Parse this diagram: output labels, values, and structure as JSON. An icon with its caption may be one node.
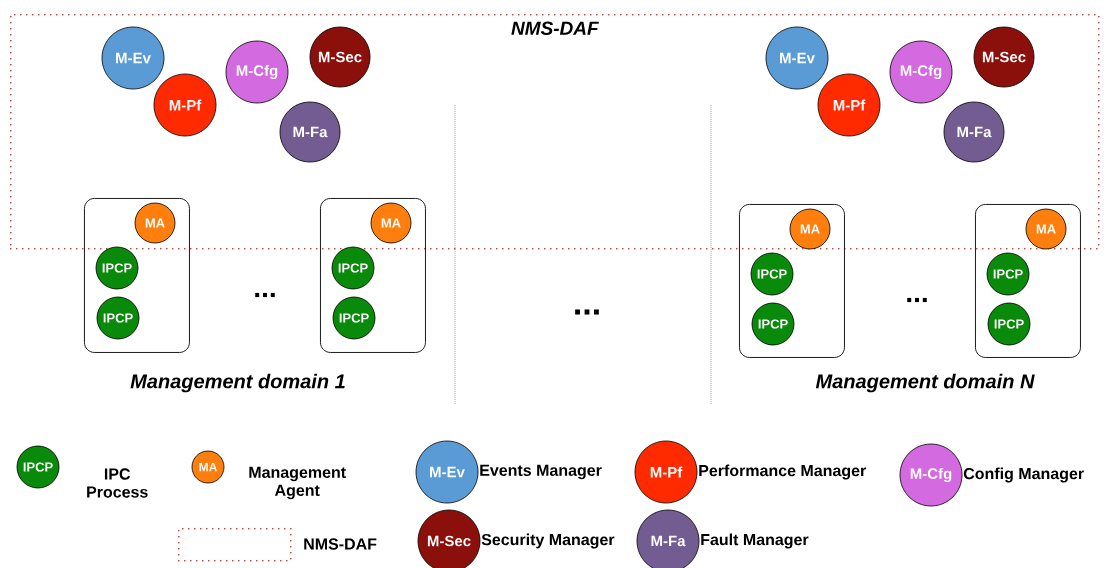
{
  "diagram": {
    "nodes": [
      {
        "text": [
          "NMS-DAF"
        ]
      },
      {
        "text": [
          "M-Ev"
        ],
        "in": 0
      },
      {
        "text": [
          "M-Pf"
        ],
        "in": 0
      },
      {
        "text": [
          "M-Cfg"
        ],
        "in": 0
      },
      {
        "text": [
          "M-Sec"
        ],
        "in": 0
      },
      {
        "text": [
          "M-Fa"
        ],
        "in": 0
      },
      {
        "text": [
          "M-Ev"
        ],
        "in": 0
      },
      {
        "text": [
          "M-Pf"
        ],
        "in": 0
      },
      {
        "text": [
          "M-Cfg"
        ],
        "in": 0
      },
      {
        "text": [
          "M-Sec"
        ],
        "in": 0
      },
      {
        "text": [
          "M-Fa"
        ],
        "in": 0
      },
      {
        "text": [],
        "shape": "box"
      },
      {
        "text": [
          "MA"
        ]
      },
      {
        "text": [
          "IPCP"
        ],
        "in": 11
      },
      {
        "text": [
          "IPCP"
        ],
        "in": 11
      },
      {
        "text": [],
        "shape": "box"
      },
      {
        "text": [
          "MA"
        ]
      },
      {
        "text": [
          "IPCP"
        ],
        "in": 15
      },
      {
        "text": [
          "IPCP"
        ],
        "in": 15
      },
      {
        "text": [],
        "shape": "box"
      },
      {
        "text": [
          "MA"
        ]
      },
      {
        "text": [
          "IPCP"
        ],
        "in": 19
      },
      {
        "text": [
          "IPCP"
        ],
        "in": 19
      },
      {
        "text": [],
        "shape": "box"
      },
      {
        "text": [
          "MA"
        ]
      },
      {
        "text": [
          "IPCP"
        ],
        "in": 23
      },
      {
        "text": [
          "IPCP"
        ],
        "in": 23
      },
      {
        "text": [
          "IPCP"
        ],
        "beside": [
          "IPC Process"
        ]
      },
      {
        "text": [
          "MA"
        ],
        "beside": [
          "Management Agent"
        ]
      },
      {
        "text": [
          "M-Ev"
        ],
        "beside": [
          "Events Manager"
        ]
      },
      {
        "text": [
          "M-Pf"
        ],
        "beside": [
          "Performance Manager"
        ]
      },
      {
        "text": [
          "M-Cfg"
        ],
        "beside": [
          "Config Manager"
        ]
      },
      {
        "text": [],
        "shape": "box",
        "beside": [
          "NMS-DAF"
        ]
      },
      {
        "text": [
          "M-Sec"
        ],
        "beside": [
          "Security Manager"
        ]
      },
      {
        "text": [
          "M-Fa"
        ],
        "beside": [
          "Fault Manager"
        ]
      }
    ],
    "labels": [
      "...",
      "...",
      "...",
      "Management domain 1",
      "Management domain N"
    ]
  }
}
